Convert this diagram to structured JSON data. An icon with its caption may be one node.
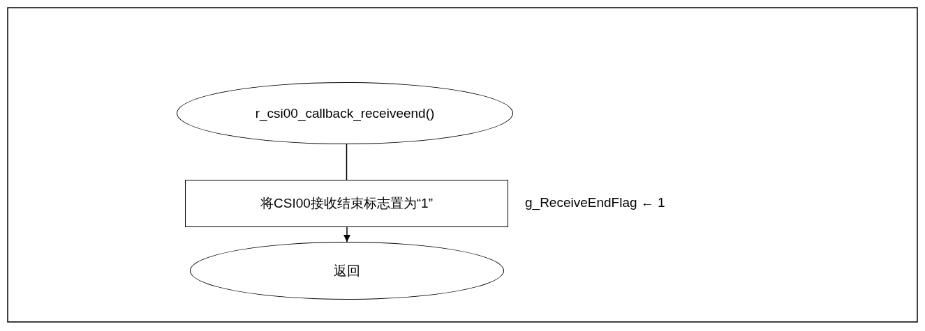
{
  "diagram": {
    "nodes": [
      {
        "text": [
          "r_csi00_callback_receiveend()"
        ]
      },
      {
        "text": [
          "将CSI00接收结束标志置为“1”"
        ],
        "beside": [
          "g_ReceiveEndFlag ← 1"
        ]
      },
      {
        "text": [
          "返回"
        ]
      }
    ],
    "edges": [
      {
        "from": 0,
        "to": 1,
        "arrow": "none"
      },
      {
        "from": 1,
        "to": 2,
        "arrow": "to"
      }
    ]
  }
}
